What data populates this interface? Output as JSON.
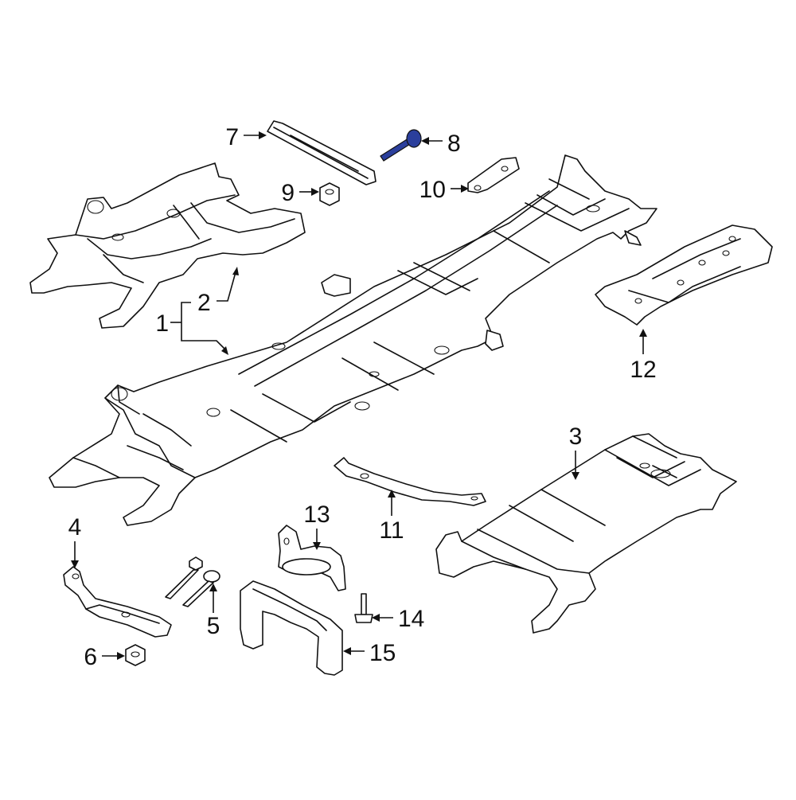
{
  "callouts": [
    {
      "id": "c1",
      "text": "1"
    },
    {
      "id": "c2",
      "text": "2"
    },
    {
      "id": "c3",
      "text": "3"
    },
    {
      "id": "c4",
      "text": "4"
    },
    {
      "id": "c5",
      "text": "5"
    },
    {
      "id": "c6",
      "text": "6"
    },
    {
      "id": "c7",
      "text": "7"
    },
    {
      "id": "c8",
      "text": "8"
    },
    {
      "id": "c9",
      "text": "9"
    },
    {
      "id": "c10",
      "text": "10"
    },
    {
      "id": "c11",
      "text": "11"
    },
    {
      "id": "c12",
      "text": "12"
    },
    {
      "id": "c13",
      "text": "13"
    },
    {
      "id": "c14",
      "text": "14"
    },
    {
      "id": "c15",
      "text": "15"
    }
  ],
  "colors": {
    "highlight": "#2b3f9c",
    "line": "#111111",
    "background": "#ffffff"
  }
}
